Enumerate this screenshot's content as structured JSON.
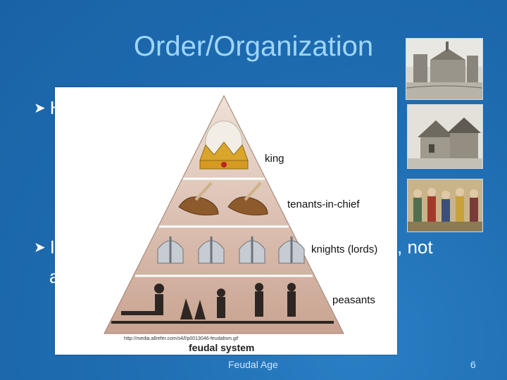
{
  "slide": {
    "title": "Order/Organization",
    "bullets": [
      {
        "prefix": "H",
        "text_right": ""
      },
      {
        "prefix": "I",
        "text_right": ", not",
        "line2": "a"
      }
    ],
    "footer_center": "Feudal Age",
    "page_number": "6"
  },
  "diagram": {
    "tiers": [
      "king",
      "tenants-in-chief",
      "knights (lords)",
      "peasants"
    ],
    "source_url": "http://media.allrefer.com/s4/l/p0013046-feudalism.gif",
    "title": "feudal system"
  },
  "photos": [
    {
      "name": "cathedral-photo"
    },
    {
      "name": "village-photo"
    },
    {
      "name": "people-painting"
    }
  ],
  "colors": {
    "background": "#1f6db2",
    "title": "#9fd6ff",
    "text": "#ffffff"
  }
}
